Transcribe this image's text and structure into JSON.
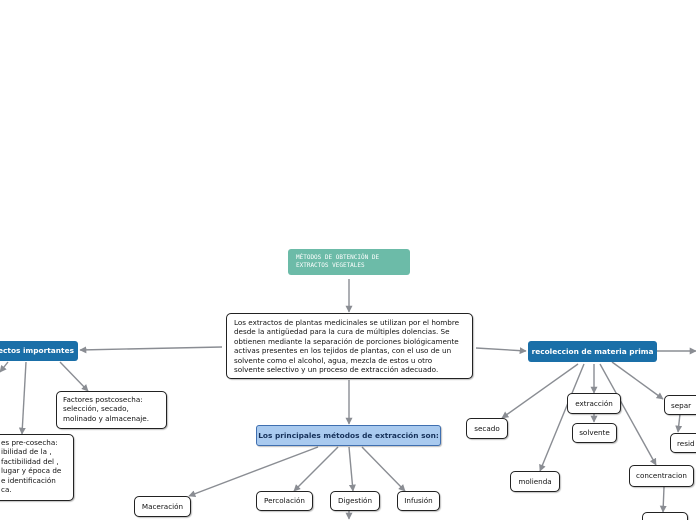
{
  "title_node": "MÉTODOS DE OBTENCIÓN DE EXTRACTOS VEGETALES",
  "center_node": "Los extractos de plantas medicinales se utilizan por el hombre desde la antigüedad para la cura de múltiples dolencias. Se obtienen mediante la separación de porciones biológicamente activas presentes en los tejidos de plantas, con el uso de un solvente como el alcohol, agua, mezcla de estos u otro solvente selectivo y un proceso de extracción adecuado.",
  "left_branch": {
    "label": "ectos  importantes",
    "postcosecha": "Factores postcosecha: selección, secado, molinado y almacenaje.",
    "precosecha": "es pre-cosecha: ibilidad de la , factibilidad del , lugar y época de  e identificación ca."
  },
  "methods_branch": {
    "label": "Los principales métodos de extracción son:",
    "items": [
      "Maceración",
      "Percolación",
      "Digestión",
      "Infusión"
    ]
  },
  "right_branch": {
    "label": "recoleccion de materia prima",
    "items": [
      "secado",
      "extracción",
      "solvente",
      "molienda",
      "concentracion",
      "separ",
      "resid"
    ]
  },
  "colors": {
    "title": "#6cbba8",
    "branch_blue": "#1a6fa8",
    "methods_light": "#a9caef",
    "connector": "#8a8d93"
  }
}
